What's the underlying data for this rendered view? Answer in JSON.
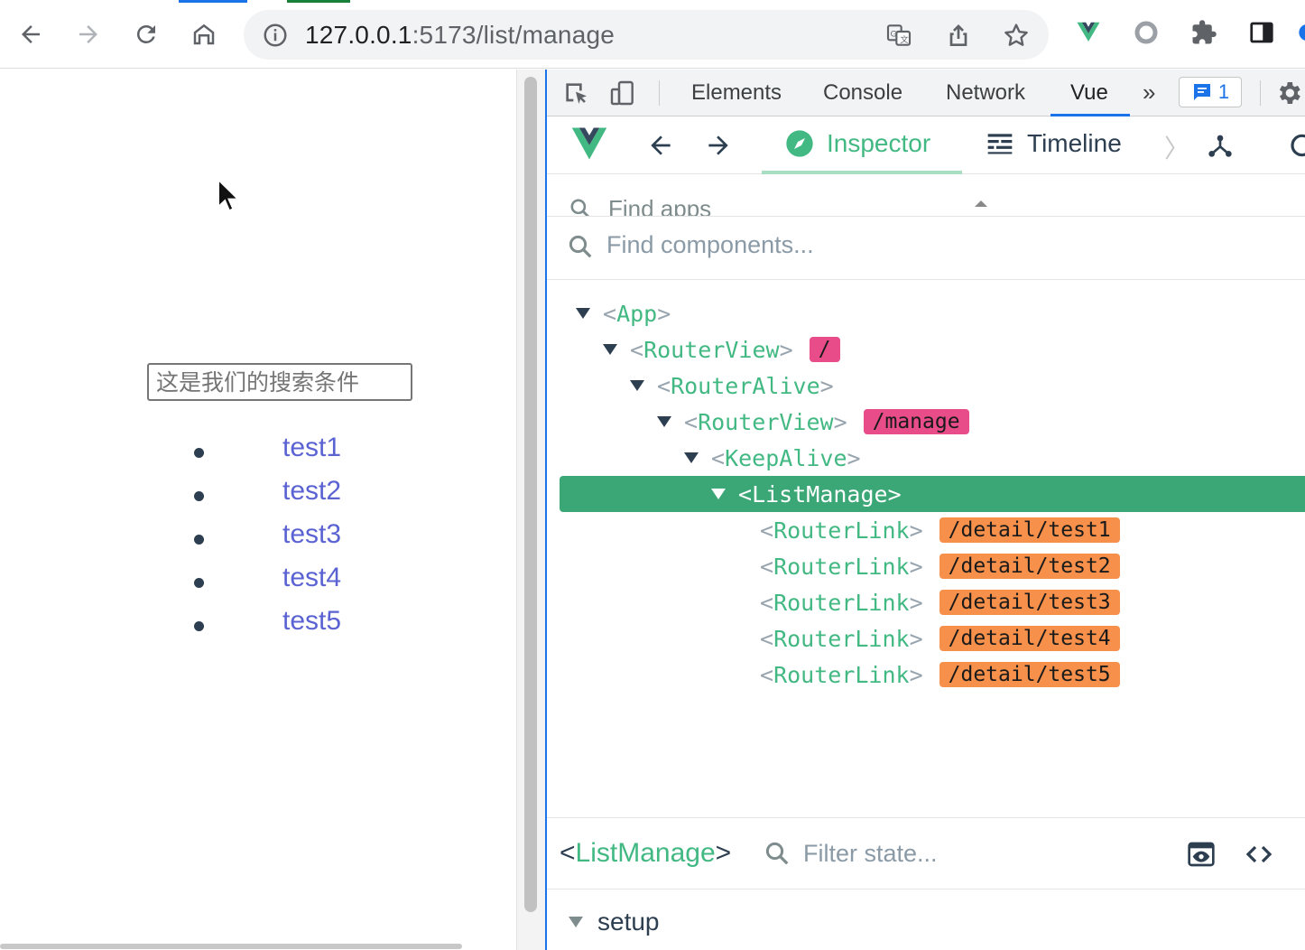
{
  "browser": {
    "url_host": "127.0.0.1",
    "url_rest": ":5173/list/manage"
  },
  "page": {
    "search_placeholder": "这是我们的搜索条件",
    "links": [
      "test1",
      "test2",
      "test3",
      "test4",
      "test5"
    ],
    "link_color": "#5b63d3"
  },
  "devtools": {
    "tabs": [
      "Elements",
      "Console",
      "Network",
      "Vue"
    ],
    "active_tab": "Vue",
    "message_count": "1",
    "vue": {
      "inspector_label": "Inspector",
      "timeline_label": "Timeline",
      "find_apps_placeholder": "Find apps",
      "find_components_placeholder": "Find components...",
      "tree": [
        {
          "name": "App",
          "tag": ""
        },
        {
          "name": "RouterView",
          "tag": "/"
        },
        {
          "name": "RouterAlive",
          "tag": ""
        },
        {
          "name": "RouterView",
          "tag": "/manage"
        },
        {
          "name": "KeepAlive",
          "tag": ""
        },
        {
          "name": "ListManage",
          "tag": ""
        },
        {
          "name": "RouterLink",
          "tag": "/detail/test1"
        },
        {
          "name": "RouterLink",
          "tag": "/detail/test2"
        },
        {
          "name": "RouterLink",
          "tag": "/detail/test3"
        },
        {
          "name": "RouterLink",
          "tag": "/detail/test4"
        },
        {
          "name": "RouterLink",
          "tag": "/detail/test5"
        }
      ],
      "selected_component": "ListManage",
      "filter_state_placeholder": "Filter state...",
      "setup_label": "setup",
      "accent_color": "#42b883"
    }
  }
}
